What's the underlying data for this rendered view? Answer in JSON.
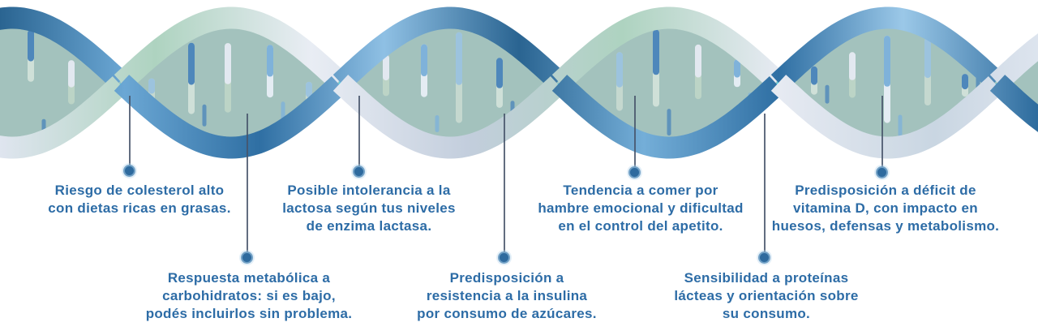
{
  "illustration": {
    "name": "dna-double-helix",
    "description": "DNA double helix infographic with genetic trait callouts"
  },
  "colors": {
    "label_text": "#2d6ca6",
    "marker_fill": "#2e6a9e",
    "connector_line": "#47536a",
    "helix_blue_dark": "#2a6491",
    "helix_blue_light": "#8fc0e4",
    "helix_light_ribbon": "#dfe5ef",
    "helix_green_ribbon": "#aed3c0",
    "helix_inner_fill": "#8fb5ae",
    "cyan_glow": "#3bd4e6"
  },
  "annotations": [
    {
      "row": "top",
      "text": "Riesgo de colesterol alto\ncon dietas ricas en grasas."
    },
    {
      "row": "top",
      "text": "Posible intolerancia a la\nlactosa según tus niveles\nde enzima lactasa."
    },
    {
      "row": "top",
      "text": "Tendencia a comer por\nhambre emocional y dificultad\nen el control del apetito."
    },
    {
      "row": "top",
      "text": "Predisposición a déficit de\nvitamina D, con impacto en\nhuesos, defensas y metabolismo."
    },
    {
      "row": "bottom",
      "text": "Respuesta metabólica a\ncarbohidratos: si es bajo,\npodés incluirlos sin problema."
    },
    {
      "row": "bottom",
      "text": "Predisposición a\nresistencia a la insulina\npor consumo de azúcares."
    },
    {
      "row": "bottom",
      "text": "Sensibilidad a proteínas\nlácteas y orientación sobre\nsu consumo."
    }
  ]
}
